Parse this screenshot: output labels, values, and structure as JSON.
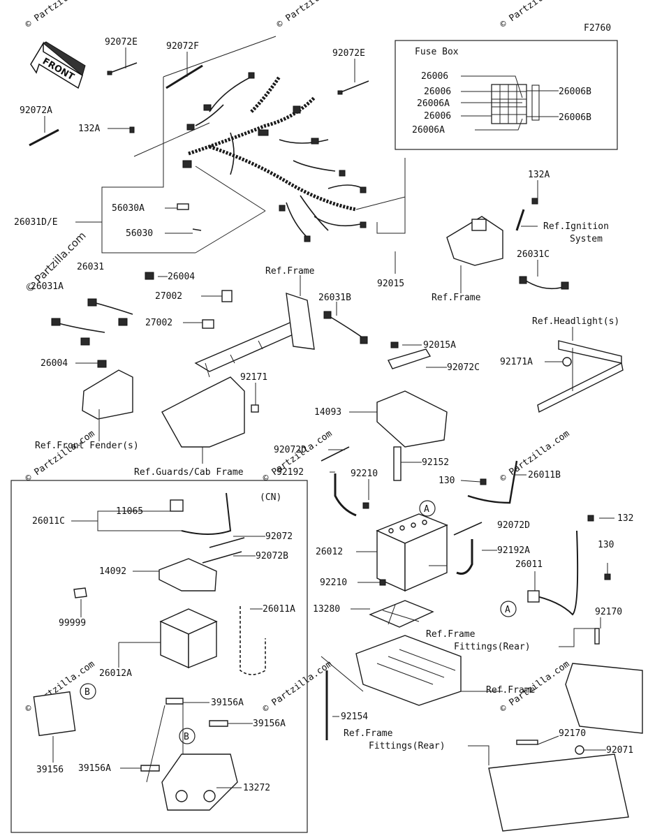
{
  "diagram_code": "F2760",
  "watermark": "© Partzilla.com",
  "front_arrow": "FRONT",
  "fuse_box": {
    "title": "Fuse Box",
    "labels": [
      "26006",
      "26006",
      "26006A",
      "26006",
      "26006A",
      "26006B",
      "26006B"
    ]
  },
  "cn_box_label": "(CN)",
  "callouts": {
    "a1": "A",
    "a2": "A",
    "b1": "B",
    "b2": "B"
  },
  "part_labels": [
    "92072E",
    "92072F",
    "92072E",
    "92072A",
    "132A",
    "26031D/E",
    "56030A",
    "56030",
    "26031",
    "26031A",
    "26004",
    "27002",
    "27002",
    "26004",
    "92171",
    "Ref.Frame",
    "26031B",
    "92015",
    "132A",
    "Ref.Ignition",
    "System",
    "Ref.Frame",
    "26031C",
    "Ref.Headlight(s)",
    "92171A",
    "92015A",
    "92072C",
    "14093",
    "92072D",
    "92152",
    "Ref.Front Fender(s)",
    "Ref.Guards/Cab Frame",
    "92192",
    "92210",
    "130",
    "26011B",
    "11065",
    "26011C",
    "92072",
    "92072B",
    "14092",
    "26011A",
    "99999",
    "26012A",
    "39156A",
    "39156",
    "39156A",
    "39156A",
    "13272",
    "26012",
    "92072D",
    "92192A",
    "132",
    "130",
    "26011",
    "92210",
    "13280",
    "Ref.Frame",
    "Fittings(Rear)",
    "92170",
    "Ref.Frame",
    "92154",
    "Ref.Frame",
    "Fittings(Rear)",
    "92170",
    "92071"
  ]
}
